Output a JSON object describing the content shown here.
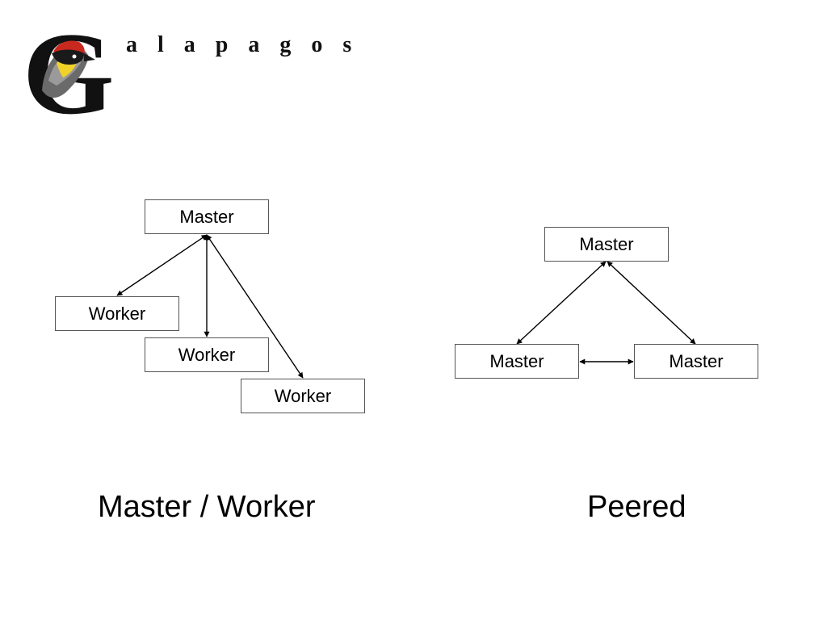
{
  "logo": {
    "initial": "G",
    "word": "a l a p a g o s"
  },
  "master_worker": {
    "master": "Master",
    "workers": [
      "Worker",
      "Worker",
      "Worker"
    ],
    "caption": "Master / Worker"
  },
  "peered": {
    "nodes": [
      "Master",
      "Master",
      "Master"
    ],
    "caption": "Peered"
  },
  "colors": {
    "text": "#000000",
    "box_border": "#555555",
    "logo_red": "#c8281e",
    "logo_yellow": "#f0d228"
  }
}
